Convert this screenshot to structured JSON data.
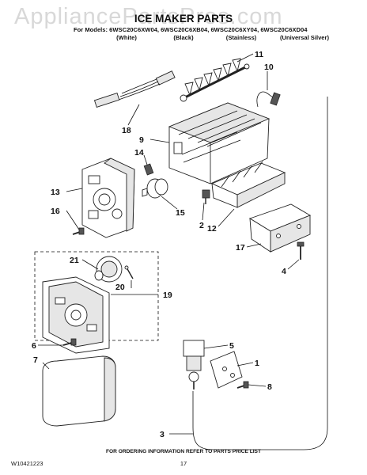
{
  "watermark": "AppliancePartsPros.com",
  "title": "ICE MAKER PARTS",
  "header": {
    "models_line": "For Models: 6WSC20C6XW04, 6WSC20C6XB04, 6WSC20C6XY04, 6WSC20C6XD04",
    "variants": [
      "(White)",
      "(Black)",
      "(Stainless)",
      "(Universal Silver)"
    ]
  },
  "callouts": [
    "1",
    "2",
    "3",
    "4",
    "5",
    "6",
    "7",
    "8",
    "9",
    "10",
    "11",
    "12",
    "13",
    "14",
    "15",
    "16",
    "17",
    "18",
    "19",
    "20",
    "21"
  ],
  "footer": {
    "note": "FOR ORDERING INFORMATION REFER TO PARTS PRICE LIST",
    "doc_number": "W10421223",
    "page": "17"
  }
}
